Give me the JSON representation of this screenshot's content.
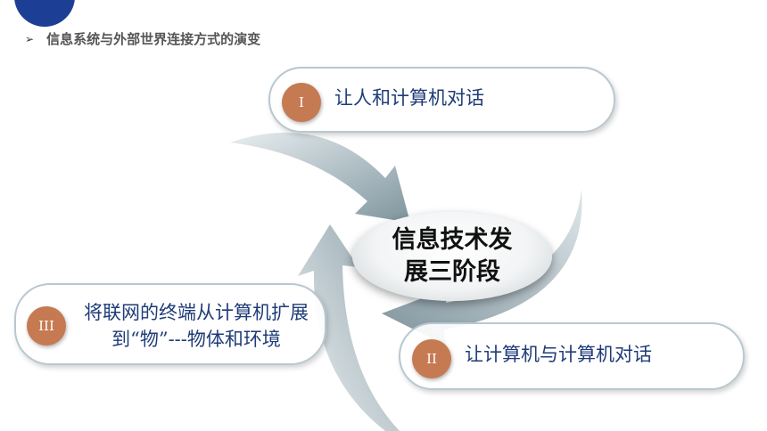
{
  "heading": {
    "bullet": "➢",
    "text": "信息系统与外部世界连接方式的演变"
  },
  "center": {
    "label": "信息技术发展三阶段"
  },
  "stages": [
    {
      "number": "I",
      "label": "让人和计算机对话"
    },
    {
      "number": "II",
      "label": "让计算机与计算机对话"
    },
    {
      "number": "III",
      "label": "将联网的终端从计算机扩展到“物”---物体和环境"
    }
  ],
  "colors": {
    "accent": "#1c3f95",
    "badge": "#c57a52",
    "arrow": "#90a4ad",
    "text": "#1f3c78"
  }
}
